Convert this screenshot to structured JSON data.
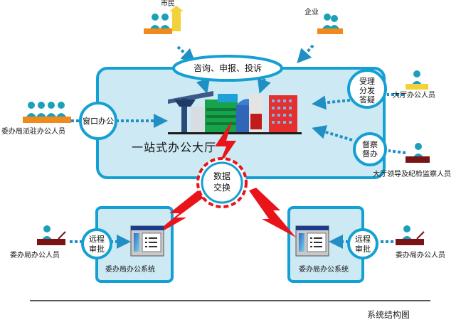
{
  "actors": {
    "citizen": "市民",
    "enterprise": "企业",
    "hall_staff": "大厅办公人员",
    "hall_leaders": "大厅领导及纪检监察人员",
    "committee_stationed_staff": "委办局派驻办公人员",
    "committee_staff_left": "委办局办公人员",
    "committee_staff_right": "委办局办公人员"
  },
  "hall": {
    "title": "一站式办公大厅",
    "services_oval": "咨询、申报、投诉",
    "window_office": "窗口办公",
    "accept": [
      "受理",
      "分发",
      "答疑"
    ],
    "supervise": [
      "督察",
      "督办"
    ]
  },
  "exchange": [
    "数据",
    "交换"
  ],
  "systems": {
    "left": {
      "name": "委办局办公系统",
      "approval": [
        "远程",
        "审批"
      ]
    },
    "right": {
      "name": "委办局办公系统",
      "approval": [
        "远程",
        "审批"
      ]
    }
  },
  "caption": "系统结构图",
  "colors": {
    "panel_fill": "#cde9f4",
    "panel_border": "#14a0d2",
    "arrow": "#1f8fc4",
    "person_teal": "#1aa0b8",
    "desk_orange": "#f08a1c",
    "desk_yellow": "#f2d13b",
    "desk_dark_red": "#7a1414",
    "bolt_red": "#e8141a"
  }
}
